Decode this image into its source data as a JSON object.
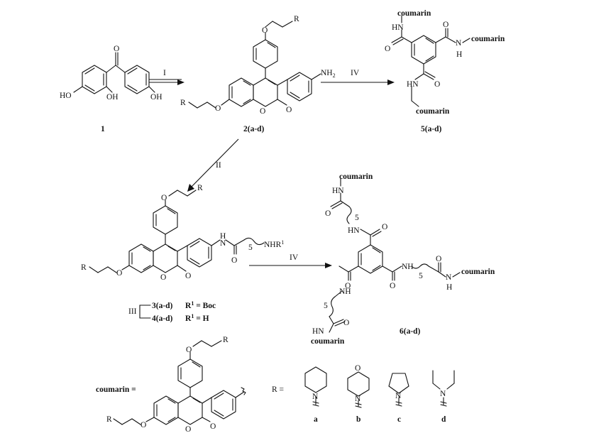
{
  "compounds": {
    "c1": "1",
    "c2": "2(a-d)",
    "c5": "5(a-d)",
    "c6": "6(a-d)",
    "c3": "3(a-d)",
    "c4": "4(a-d)"
  },
  "steps": {
    "s1": "I",
    "s2": "II",
    "s3": "III",
    "s4a": "IV",
    "s4b": "IV"
  },
  "conditions": {
    "r1_boc": "R",
    "r1_boc_sup": "1",
    "r1_boc_val": " = Boc",
    "r1_h": "R",
    "r1_h_sup": "1",
    "r1_h_val": " = H"
  },
  "atoms": {
    "oh": "HO",
    "oh2": "OH",
    "oh3": "OH",
    "o": "O",
    "nh2": "NH",
    "nh2_sub": "2",
    "r": "R",
    "hn": "HN",
    "nh": "NH",
    "h": "H",
    "n": "N",
    "nhr": "NHR",
    "nhr_sup": "1",
    "five": "5"
  },
  "coumarin_label": "coumarin",
  "coumarin_def": "coumarin =",
  "r_def": "R =",
  "r_options": [
    "a",
    "b",
    "c",
    "d"
  ]
}
